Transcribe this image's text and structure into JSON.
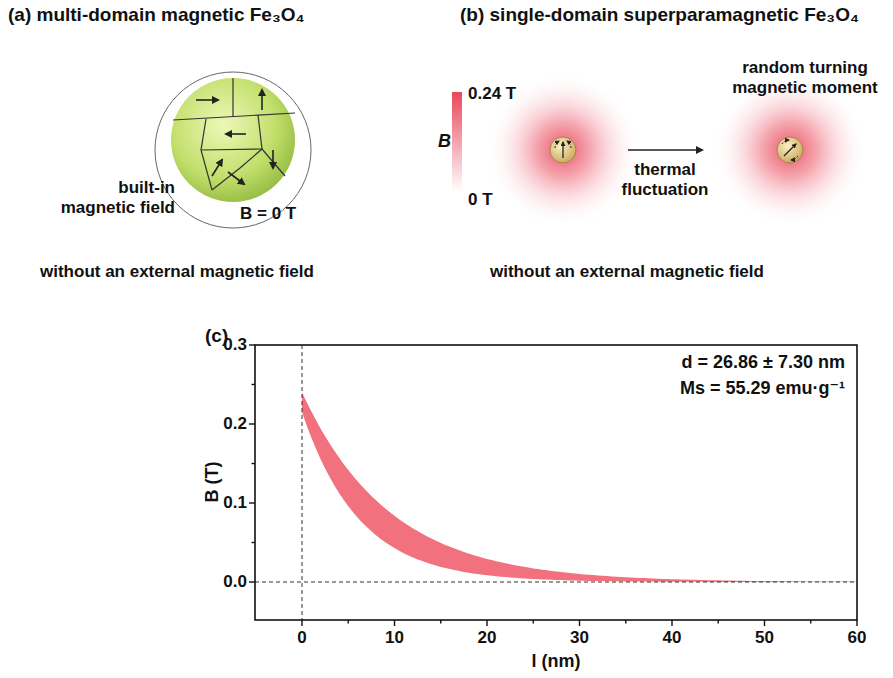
{
  "diagram": {
    "labels": [
      "(a) multi-domain magnetic Fe₃O₄",
      "built-in magnetic field",
      "B = 0 T",
      "without an external magnetic field",
      "(b) single-domain superparamagnetic Fe₃O₄",
      "0.24 T",
      "B",
      "0 T",
      "random turning magnetic moment",
      "thermal fluctuation",
      "without an external magnetic field",
      "(c)",
      "0.3",
      "0.2",
      "0.1",
      "0.0",
      "B (T)",
      "0",
      "10",
      "20",
      "30",
      "40",
      "50",
      "60",
      "l (nm)",
      "d = 26.86 ± 7.30 nm",
      "Ms = 55.29 emu·g⁻¹"
    ]
  }
}
